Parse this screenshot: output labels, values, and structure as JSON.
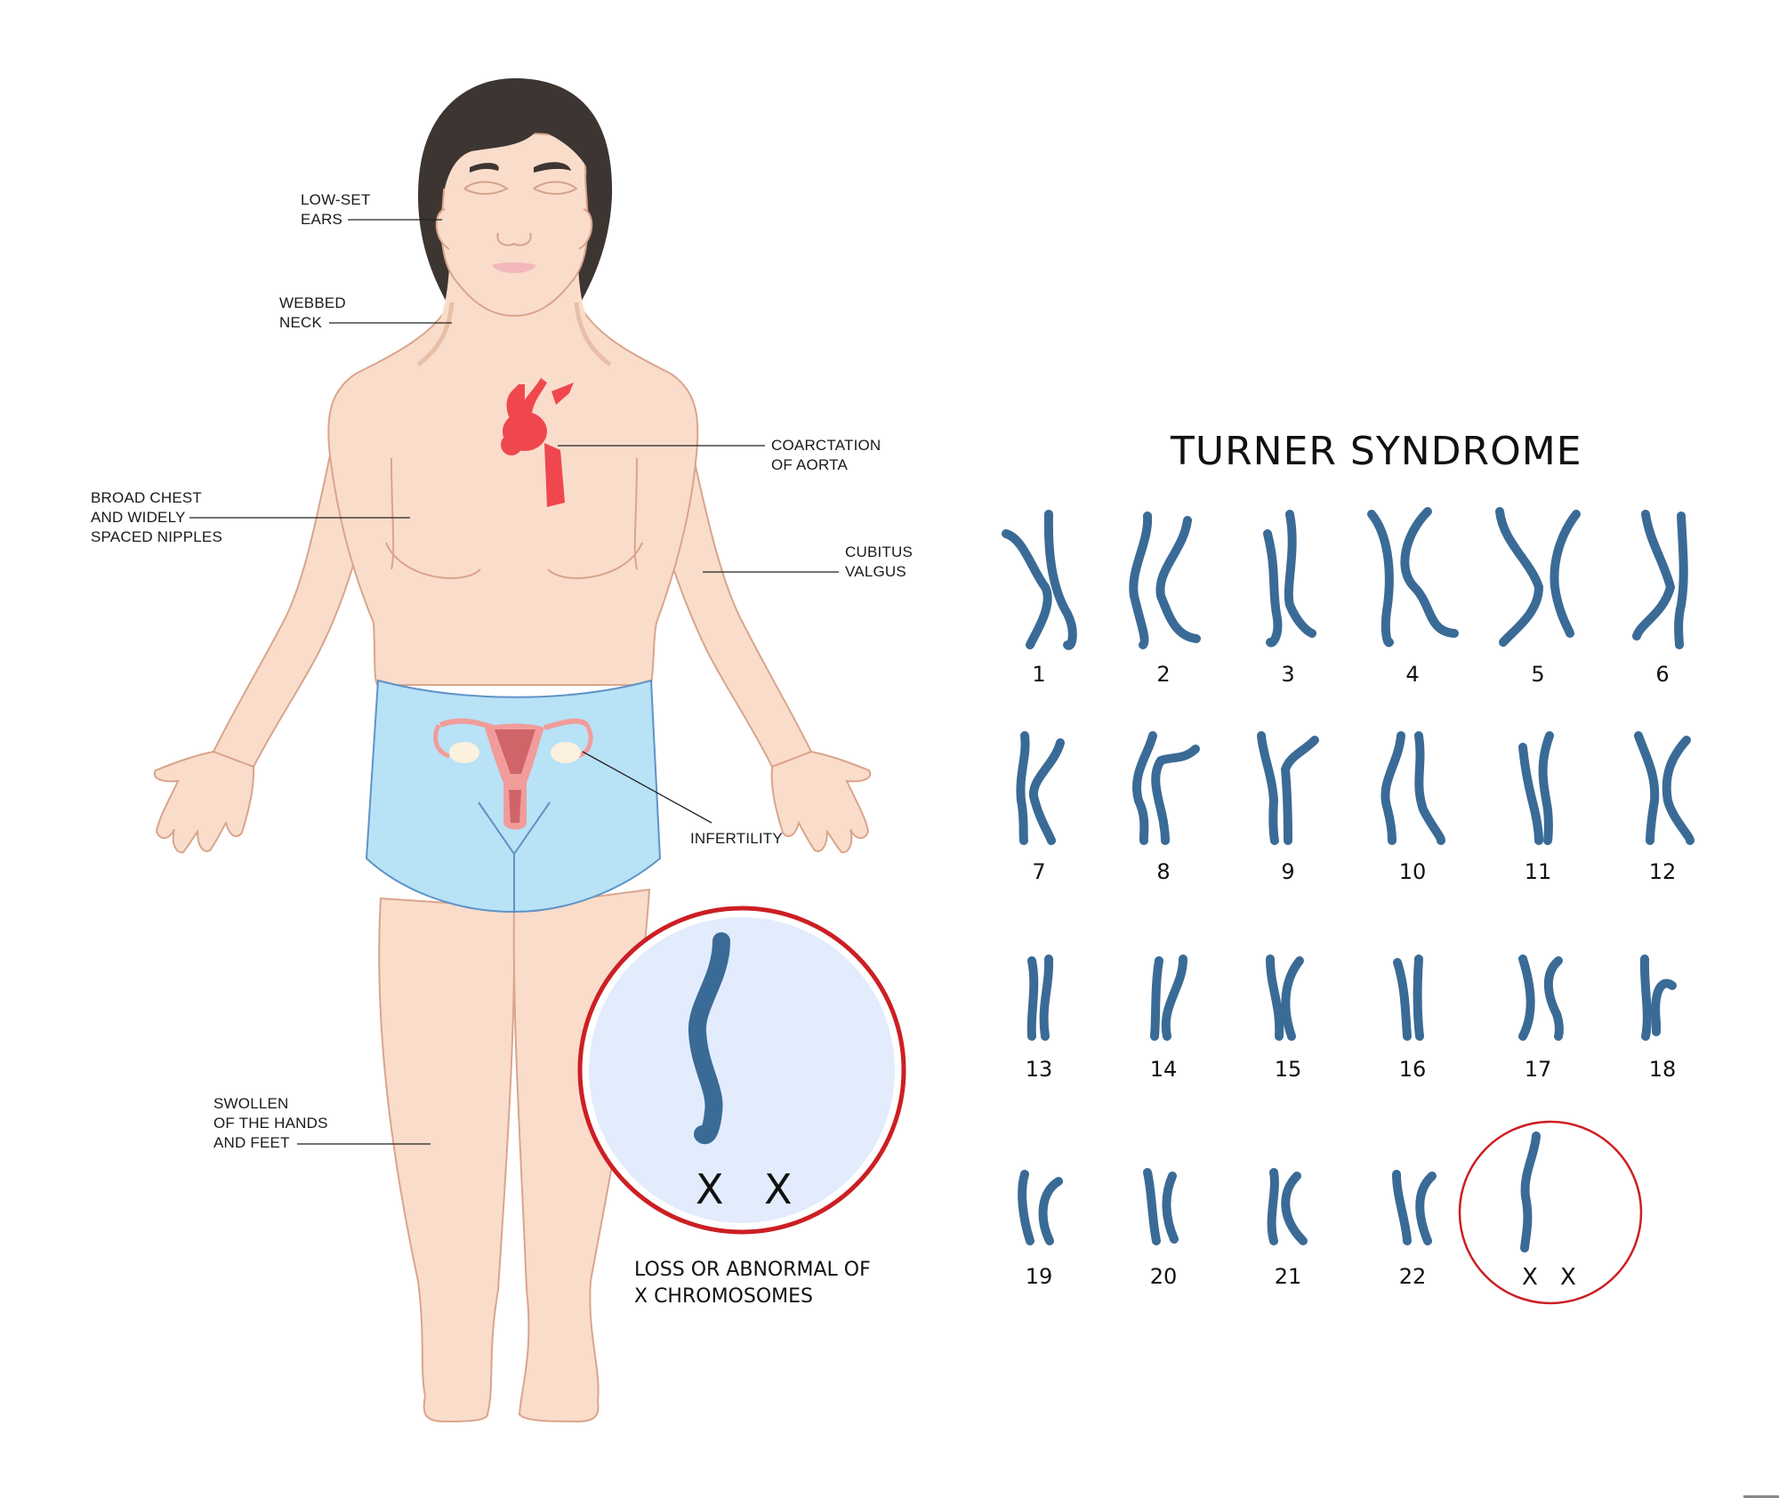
{
  "title": "TURNER SYNDROME",
  "colors": {
    "skin": "#fadccb",
    "skin_outline": "#d9a58c",
    "hair": "#3d3531",
    "underwear": "#b8e2f6",
    "underwear_outline": "#5f93c6",
    "chromosome": "#3a6b96",
    "aorta": "#f0474f",
    "uterus": "#f19c9a",
    "uterus_inner": "#cf6469",
    "ovary": "#fbf1de",
    "highlight_ring": "#cc1f24",
    "zoom_fill": "#e3ecfc",
    "label_line": "#222222"
  },
  "body_labels": [
    {
      "id": "low-set-ears",
      "text": "LOW-SET\nEARS"
    },
    {
      "id": "webbed-neck",
      "text": "WEBBED\nNECK"
    },
    {
      "id": "broad-chest",
      "text": "BROAD CHEST\nAND WIDELY\nSPACED NIPPLES"
    },
    {
      "id": "coarctation",
      "text": "COARCTATION\nOF AORTA"
    },
    {
      "id": "cubitus-valgus",
      "text": "CUBITUS\nVALGUS"
    },
    {
      "id": "infertility",
      "text": "INFERTILITY"
    },
    {
      "id": "swollen",
      "text": "SWOLLEN\nOF THE HANDS\nAND FEET"
    }
  ],
  "zoom_inset": {
    "x_labels": [
      "X",
      "X"
    ],
    "caption": "LOSS OR ABNORMAL OF\nX CHROMOSOMES"
  },
  "karyotype": {
    "autosomes": [
      "1",
      "2",
      "3",
      "4",
      "5",
      "6",
      "7",
      "8",
      "9",
      "10",
      "11",
      "12",
      "13",
      "14",
      "15",
      "16",
      "17",
      "18",
      "19",
      "20",
      "21",
      "22"
    ],
    "sex_chromosomes": [
      "X",
      "X"
    ]
  }
}
